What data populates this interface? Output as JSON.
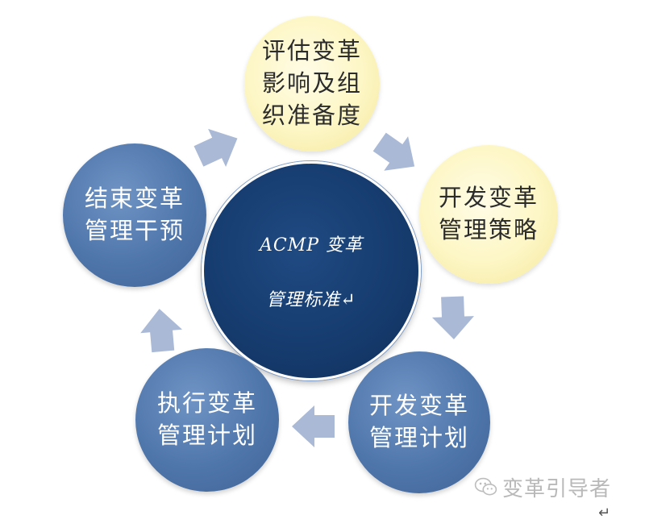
{
  "diagram": {
    "center": {
      "line1": "ACMP 变革",
      "line2": "管理标准↵"
    },
    "nodes": [
      {
        "id": "top",
        "lines": [
          "评估变革",
          "影响及组",
          "织准备度"
        ]
      },
      {
        "id": "right",
        "lines": [
          "开发变革",
          "管理策略"
        ]
      },
      {
        "id": "bottom-right",
        "lines": [
          "开发变革",
          "管理计划"
        ]
      },
      {
        "id": "bottom-left",
        "lines": [
          "执行变革",
          "管理计划"
        ]
      },
      {
        "id": "left",
        "lines": [
          "结束变革",
          "管理干预"
        ]
      }
    ],
    "colors": {
      "yellow_node": "#fdf6c4",
      "blue_node": "#4f76ab",
      "center_node": "#163c6f",
      "arrow": "#a9b9d6"
    }
  },
  "watermark": {
    "text": "变革引导者",
    "icon": "wechat-icon"
  },
  "return_mark": "↵"
}
